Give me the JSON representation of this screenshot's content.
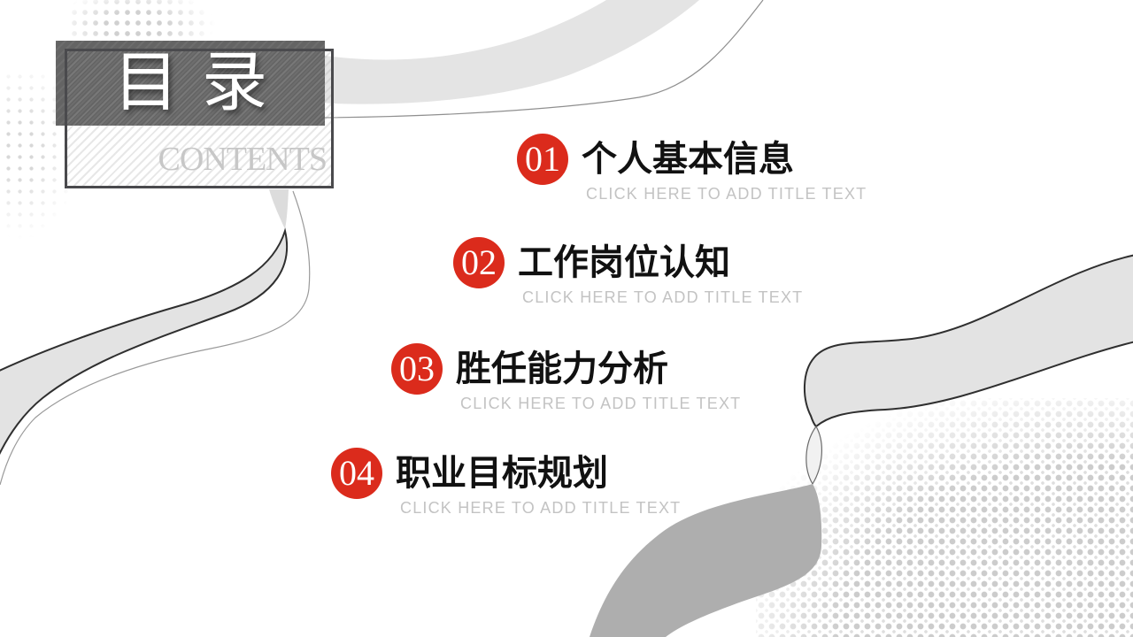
{
  "header": {
    "title": "目录",
    "subtitle": "CONTENTS"
  },
  "toc": {
    "items": [
      {
        "number": "01",
        "title": "个人基本信息",
        "subtitle": "CLICK HERE TO ADD TITLE TEXT"
      },
      {
        "number": "02",
        "title": "工作岗位认知",
        "subtitle": "CLICK HERE TO ADD TITLE TEXT"
      },
      {
        "number": "03",
        "title": "胜任能力分析",
        "subtitle": "CLICK HERE TO ADD TITLE TEXT"
      },
      {
        "number": "04",
        "title": "职业目标规划",
        "subtitle": "CLICK HERE TO ADD TITLE TEXT"
      }
    ]
  },
  "colors": {
    "accent_red": "#db2b1c",
    "header_box_gray": "#646464",
    "subtitle_gray": "#c3c3c3",
    "ribbon_light_gray": "#e3e3e3",
    "swoosh_gray": "#aeaeae"
  }
}
